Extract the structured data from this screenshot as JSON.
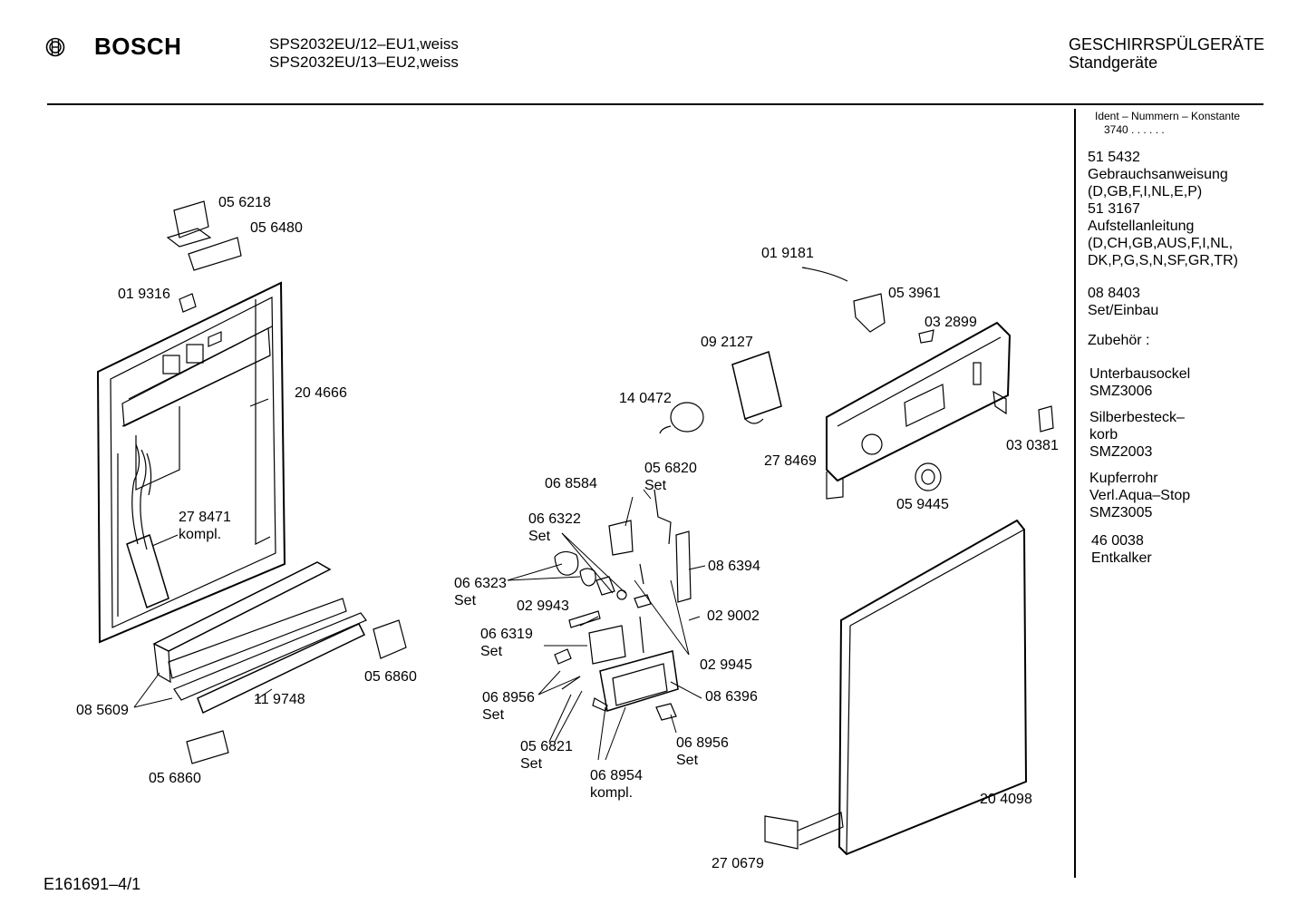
{
  "header": {
    "brand": "BOSCH",
    "models": [
      "SPS2032EU/12–EU1,weiss",
      "SPS2032EU/13–EU2,weiss"
    ],
    "category": "GESCHIRRSPÜLGERÄTE",
    "subcategory": "Standgeräte"
  },
  "sidebar": {
    "ident_title": "Ident – Nummern – Konstante",
    "ident_value": "3740 . . . . . .",
    "blocks": [
      "51 5432\nGebrauchsanweisung\n(D,GB,F,I,NL,E,P)\n51 3167\nAufstellanleitung\n(D,CH,GB,AUS,F,I,NL,\n DK,P,G,S,N,SF,GR,TR)",
      "08 8403\nSet/Einbau",
      "Zubehör :",
      "Unterbausockel\nSMZ3006",
      "Silberbesteck–\nkorb\nSMZ2003",
      "Kupferrohr\nVerl.Aqua–Stop\nSMZ3005",
      "46 0038\nEntkalker"
    ]
  },
  "parts": {
    "p056218": "05 6218",
    "p056480": "05 6480",
    "p019316": "01 9316",
    "p204666": "20 4666",
    "p278471": "27 8471",
    "p278471b": "kompl.",
    "p085609": "08 5609",
    "p119748": "11 9748",
    "p056860a": "05 6860",
    "p056860b": "05 6860",
    "p019181": "01 9181",
    "p053961": "05 3961",
    "p032899": "03 2899",
    "p092127": "09 2127",
    "p140472": "14 0472",
    "p278469": "27 8469",
    "p030381": "03 0381",
    "p059445": "05 9445",
    "p056820": "05 6820",
    "p056820b": "Set",
    "p068584": "06 8584",
    "p066322": "06 6322",
    "p066322b": "Set",
    "p066323": "06 6323",
    "p066323b": "Set",
    "p029943": "02 9943",
    "p066319": "06 6319",
    "p066319b": "Set",
    "p068956a": "06 8956",
    "p068956ab": "Set",
    "p056821": "05 6821",
    "p056821b": "Set",
    "p068954": "06 8954",
    "p068954b": "kompl.",
    "p068956b": "06 8956",
    "p068956bb": "Set",
    "p086394": "08 6394",
    "p029002": "02 9002",
    "p029945": "02 9945",
    "p086396": "08 6396",
    "p204098": "20 4098",
    "p270679": "27 0679"
  },
  "footer": {
    "code": "E161691–4/1"
  }
}
